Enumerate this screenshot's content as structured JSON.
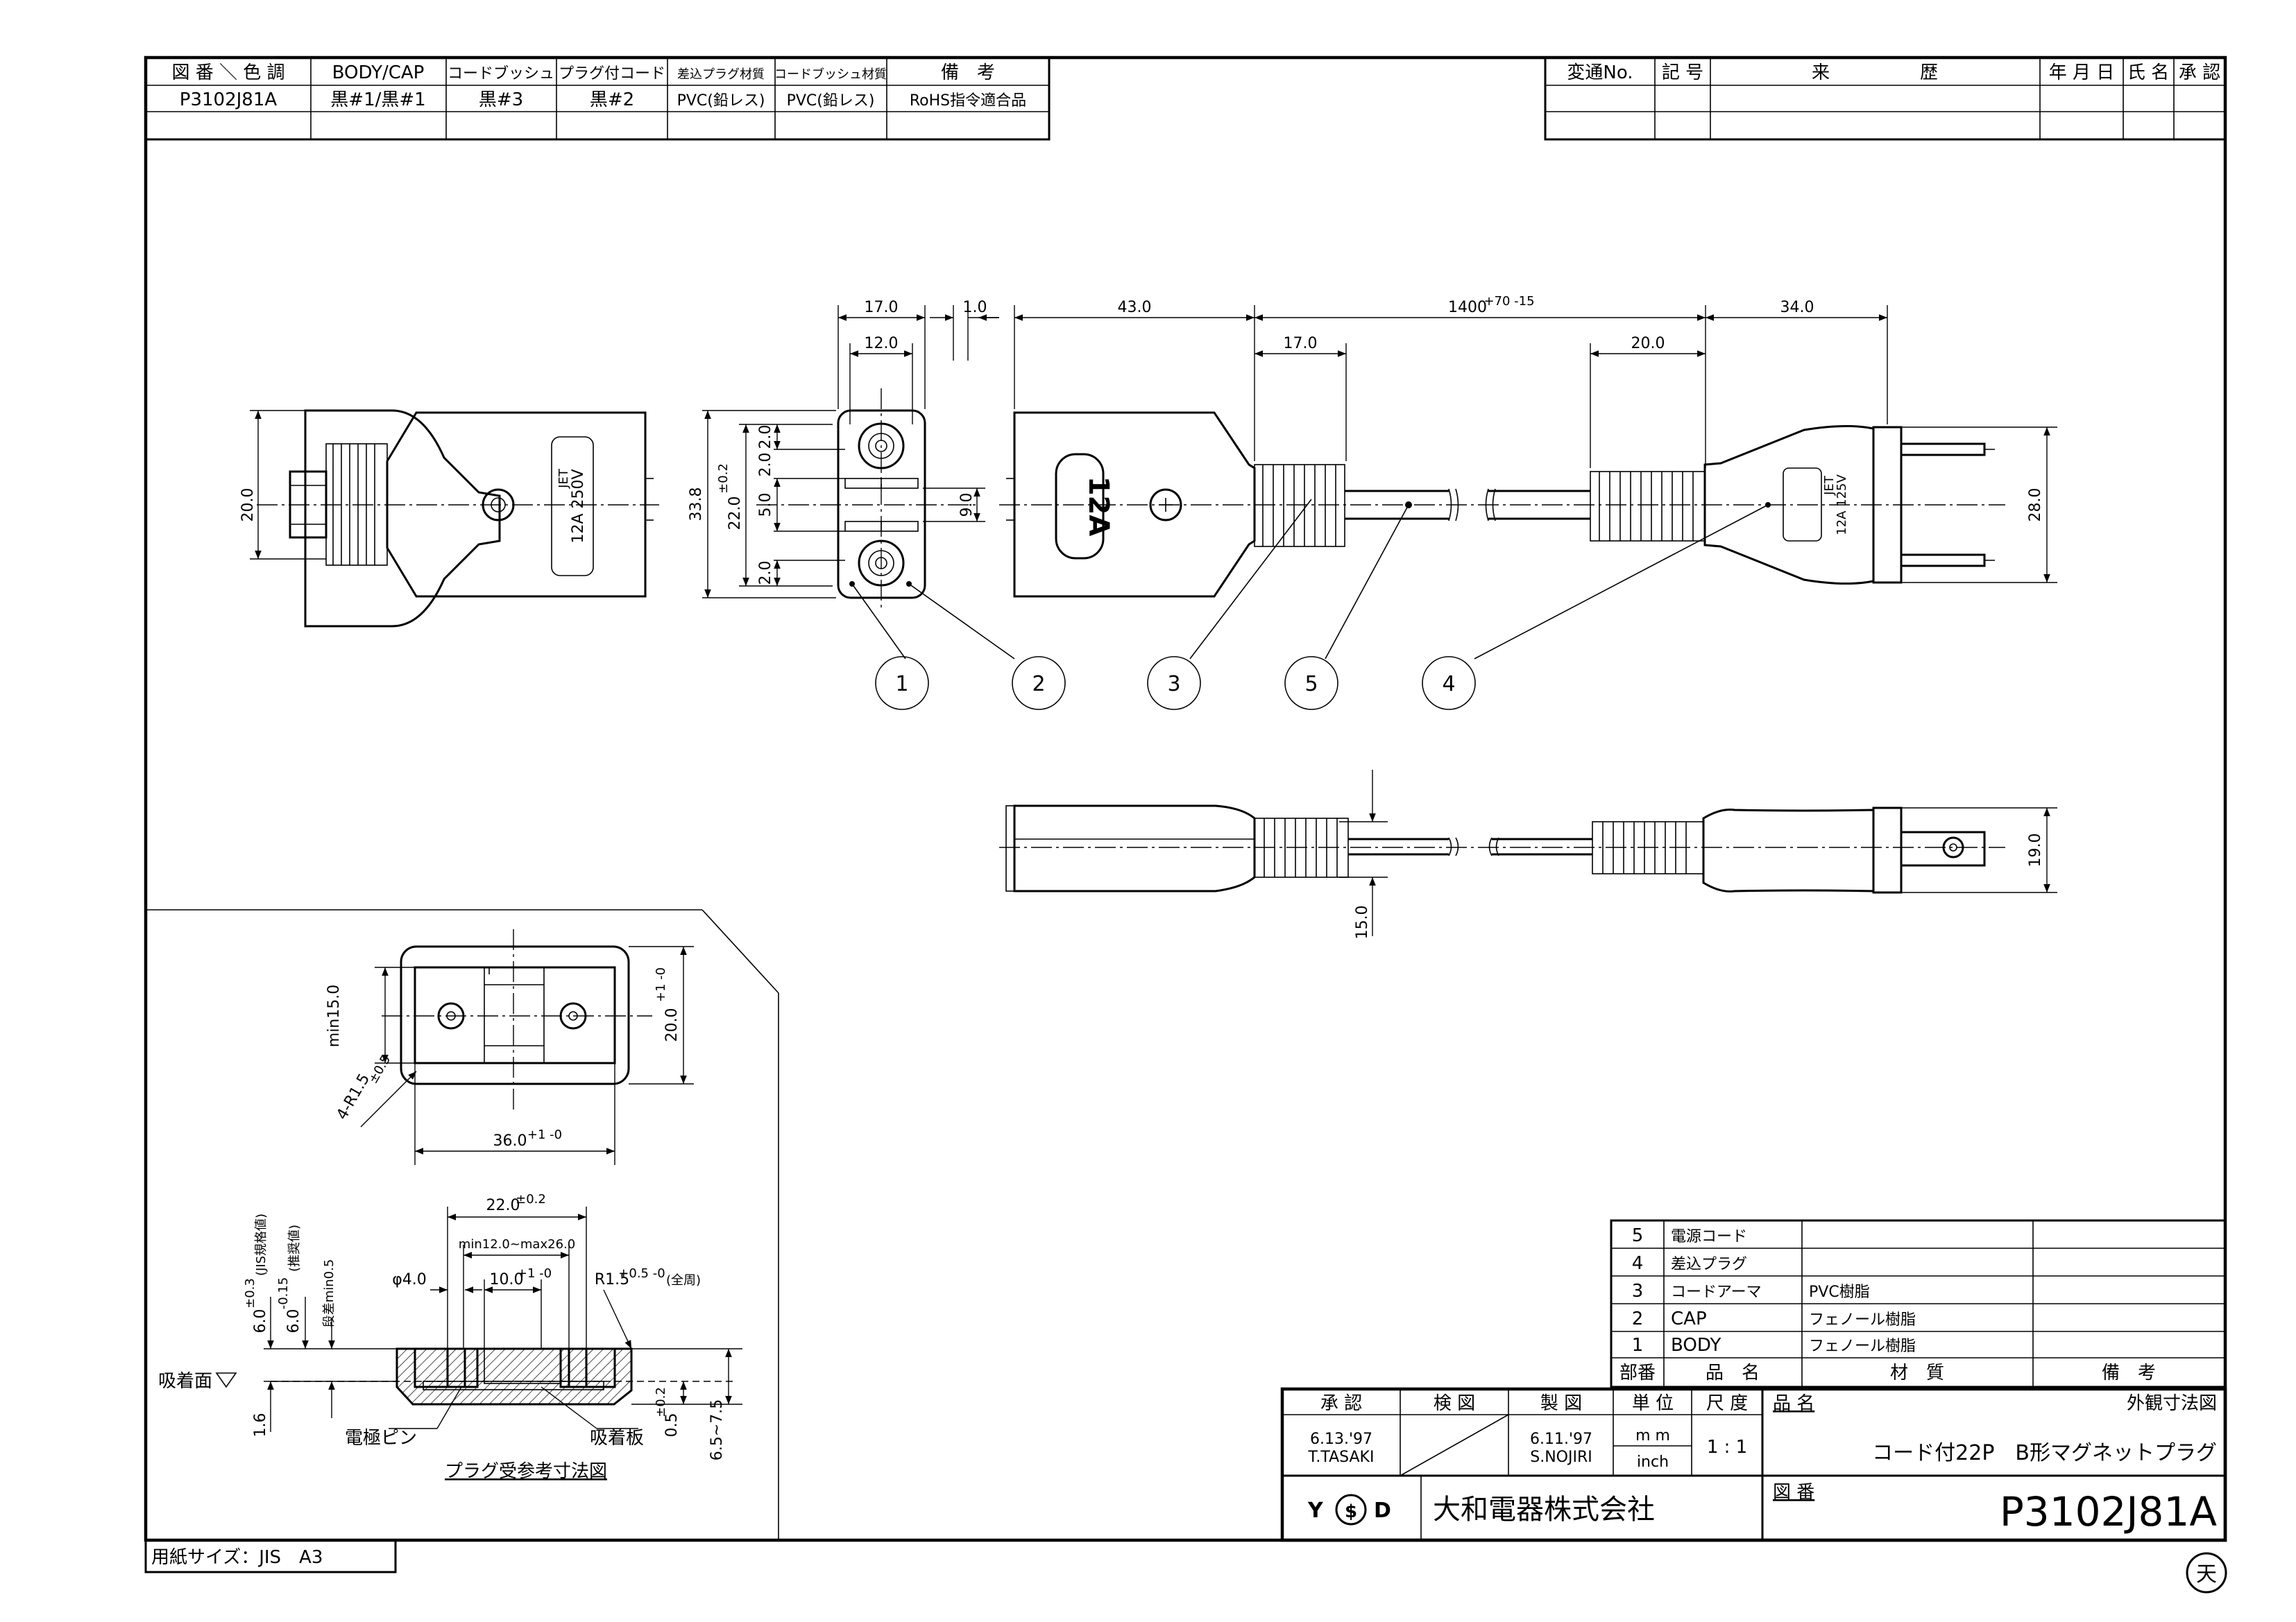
{
  "header_table": {
    "headers": [
      "図 番 ＼ 色 調",
      "BODY/CAP",
      "コードブッシュ",
      "プラグ付コード",
      "差込プラグ材質",
      "コードブッシュ材質",
      "備　考"
    ],
    "values": [
      "P3102J81A",
      "黒#1/黒#1",
      "黒#3",
      "黒#2",
      "PVC(鉛レス)",
      "PVC(鉛レス)",
      "RoHS指令適合品"
    ]
  },
  "revision_table": {
    "headers": [
      "変通No.",
      "記 号",
      "来　　　　　歴",
      "年 月 日",
      "氏 名",
      "承 認"
    ]
  },
  "dimensions": {
    "d17": "17.0",
    "d12": "12.0",
    "d1": "1.0",
    "d43": "43.0",
    "d1400": "1400",
    "d1400_tol": "+70 -15",
    "d17b": "17.0",
    "d20": "20.0",
    "d34": "34.0",
    "left_20": "20.0",
    "h338": "33.8",
    "h22": "22.0",
    "h22_tol": "±0.2",
    "h20a": "2.0",
    "h5": "5.0",
    "h20b": "2.0",
    "h20c": "2.0",
    "h9": "9.0",
    "h28": "28.0",
    "h19": "19.0",
    "h15": "15.0",
    "min15": "min15.0",
    "d20b": "20.0",
    "d20b_tol": "+1 -0",
    "r15": "4-R1.5",
    "r15_tol": "±0.5",
    "d36": "36.0",
    "d36_tol": "+1 -0",
    "d22": "22.0",
    "d22_tol": "±0.2",
    "min12": "min12.0~max26.0",
    "phi4": "φ4.0",
    "d10": "10.0",
    "d10_tol": "+1 -0",
    "r15b": "R1.5",
    "r15b_tol": "+0.5 -0",
    "r15b_note": "(全周)",
    "v6a": "6.0",
    "v6a_tol": "±0.3",
    "v6a_note": "(JIS規格値)",
    "v6b": "6.0",
    "v6b_tol": "-0.15",
    "v6b_note": "(推奨値)",
    "v05": "段差min0.5",
    "v16": "1.6",
    "v05b": "0.5",
    "v05b_tol": "±0.2",
    "v65": "6.5~7.5"
  },
  "plug_labels": {
    "connector_face": "12A",
    "rating_body": "12A 250V",
    "rating_plug": "12A 125V",
    "mark": "JET"
  },
  "callouts": [
    "1",
    "2",
    "3",
    "5",
    "4"
  ],
  "section_labels": {
    "suction_face": "吸着面",
    "electrode_pin": "電極ピン",
    "suction_plate": "吸着板",
    "receptacle_title": "プラグ受参考寸法図"
  },
  "parts_table": {
    "rows": [
      {
        "no": "5",
        "name": "電源コード",
        "material": "",
        "note": ""
      },
      {
        "no": "4",
        "name": "差込プラグ",
        "material": "",
        "note": ""
      },
      {
        "no": "3",
        "name": "コードアーマ",
        "material": "PVC樹脂",
        "note": ""
      },
      {
        "no": "2",
        "name": "CAP",
        "material": "フェノール樹脂",
        "note": ""
      },
      {
        "no": "1",
        "name": "BODY",
        "material": "フェノール樹脂",
        "note": ""
      }
    ],
    "headers": [
      "部番",
      "品　名",
      "材　質",
      "備　考"
    ]
  },
  "title_block": {
    "approve_label": "承 認",
    "check_label": "検 図",
    "draw_label": "製 図",
    "unit_label": "単 位",
    "scale_label": "尺 度",
    "approve_date": "6.13.'97",
    "approve_name": "T.TASAKI",
    "draw_date": "6.11.'97",
    "draw_name": "S.NOJIRI",
    "unit_mm": "m m",
    "unit_inch": "inch",
    "scale": "1 : 1",
    "product_name_label": "品 名",
    "drawing_type": "外観寸法図",
    "product_name": "コード付22P　B形マグネットプラグ",
    "company_logo": "Y$D",
    "company": "大和電器株式会社",
    "drawing_no_label": "図 番",
    "drawing_no": "P3102J81A"
  },
  "paper_size": "用紙サイズ：JIS　A3",
  "corner_mark": "天"
}
